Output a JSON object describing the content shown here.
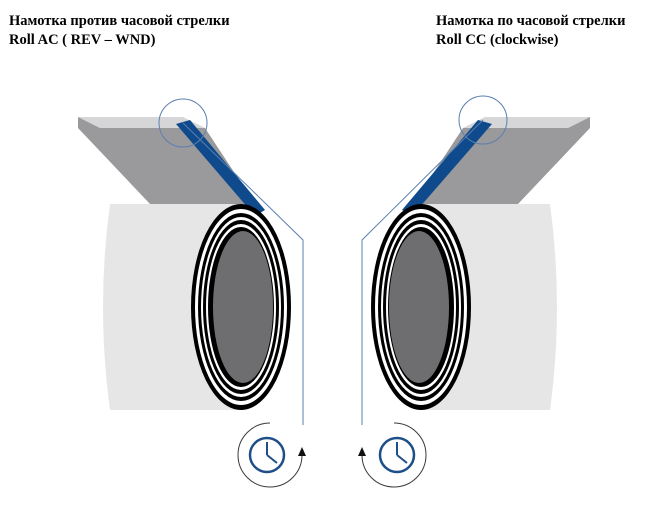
{
  "left": {
    "title_ru": "Намотка против часовой стрелки",
    "title_en": "Roll AC ( REV – WND)"
  },
  "right": {
    "title_ru": "Намотка по часовой стрелки",
    "title_en": "Roll CC (clockwise)"
  },
  "colors": {
    "roll_body": "#e6e6e7",
    "roll_end_face": "#6e6e70",
    "board_top": "#d6d6d8",
    "board_slope": "#9a9a9c",
    "film_blue": "#0f4a8c",
    "guide_line": "#5b7fb0",
    "clock_stroke": "#1e4f88",
    "arrow": "#111111"
  },
  "icons": {
    "left_rotation": "clock-counterclockwise-icon",
    "right_rotation": "clock-clockwise-icon"
  }
}
